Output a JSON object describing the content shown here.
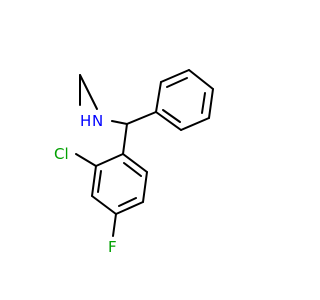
{
  "molecule": {
    "atoms": {
      "amine_n": {
        "symbol": "N",
        "hydrogen": "H"
      },
      "chlorine": {
        "symbol": "Cl"
      },
      "fluorine": {
        "symbol": "F"
      }
    },
    "colors": {
      "bond": "#000000",
      "nitrogen": "#0000ff",
      "chlorine": "#00a000",
      "fluorine": "#00a000"
    }
  }
}
